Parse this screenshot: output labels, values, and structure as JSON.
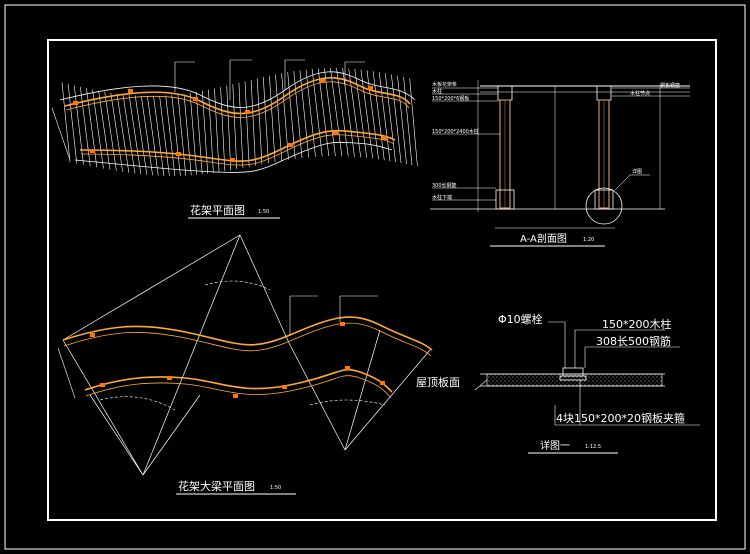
{
  "colors": {
    "background": "#000000",
    "frame": "#ffffff",
    "beam": "#ffaa33",
    "joint": "#ff7700",
    "column": "#c89060",
    "text": "#ffffff"
  },
  "plan_view": {
    "title": "花架平面图",
    "scale": "1:50"
  },
  "beam_plan": {
    "title": "花架大梁平面图",
    "scale": "1:50"
  },
  "section_aa": {
    "title": "A-A剖面图",
    "scale": "1:20",
    "labels": {
      "callout_1": "木板花架条",
      "callout_2": "木柱",
      "callout_3": "150*200*6钢板",
      "callout_4": "150*200*2400木柱",
      "callout_5": "300长钢筋",
      "callout_6": "木柱下端",
      "right_1": "钢板钢筋",
      "right_2": "木柱节点",
      "right_3": "详图"
    }
  },
  "detail_1": {
    "title": "详图一",
    "scale": "1:12.5",
    "label_bolt": "Φ10螺栓",
    "label_column": "150*200木柱",
    "label_rebar": "308长500钢筋",
    "label_roof": "屋顶板面",
    "label_plates": "4块150*200*20钢板夹箍"
  }
}
